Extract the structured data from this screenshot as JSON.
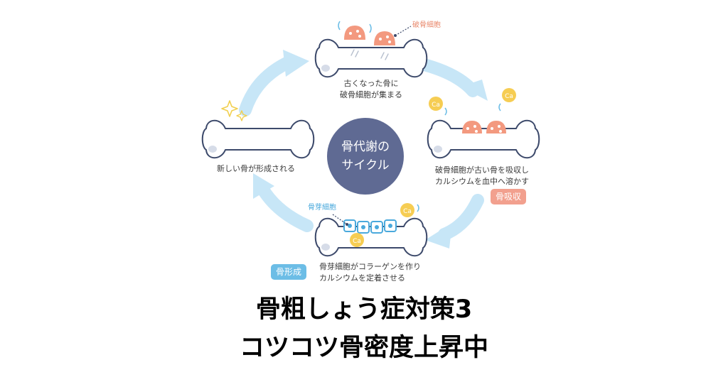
{
  "diagram": {
    "center": {
      "line1": "骨代謝の",
      "line2": "サイクル"
    },
    "top": {
      "pointer_label": "破骨細胞",
      "caption_line1": "古くなった骨に",
      "caption_line2": "破骨細胞が集まる"
    },
    "right": {
      "caption_line1": "破骨細胞が古い骨を吸収し",
      "caption_line2": "カルシウムを血中へ溶かす",
      "badge": "骨吸収",
      "badge_color": "#f2a08e",
      "ca_label": "Ca"
    },
    "bottom": {
      "pointer_label": "骨芽細胞",
      "caption_line1": "骨芽細胞がコラーゲンを作り",
      "caption_line2": "カルシウムを定着させる",
      "badge": "骨形成",
      "badge_color": "#6cbde6",
      "ca_label": "Ca"
    },
    "left": {
      "caption": "新しい骨が形成される"
    },
    "colors": {
      "arrow": "#c7e6f7",
      "hub": "#5f6a93",
      "osteoclast": "#f3997f",
      "calcium": "#f6cd53",
      "osteoblast": "#4aa9dc",
      "sparkle": "#f1cf4f"
    }
  },
  "headline": {
    "line1": "骨粗しょう症対策3",
    "line2": "コツコツ骨密度上昇中"
  }
}
